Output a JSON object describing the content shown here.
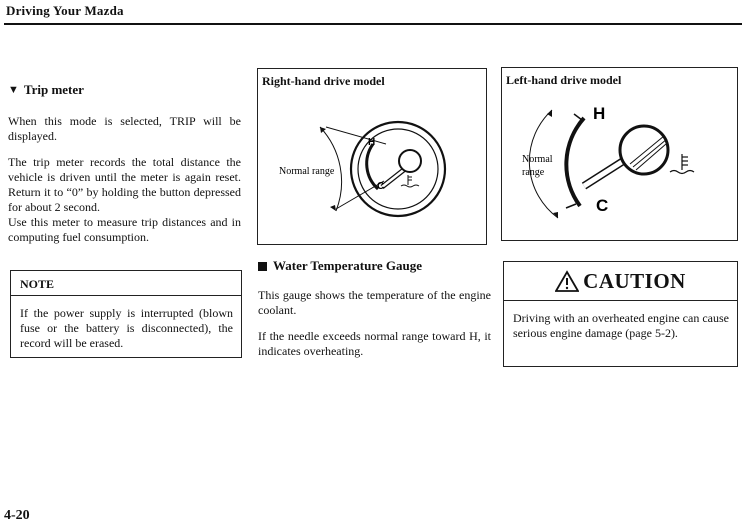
{
  "header": {
    "title": "Driving Your Mazda"
  },
  "trip": {
    "heading": "Trip meter",
    "p1": "When this mode is selected, TRIP will be displayed.",
    "p2": "The trip meter records the total distance the vehicle is driven until the meter is again reset. Return it to “0” by holding the button depressed for about 2 second.",
    "p3": "Use this meter to measure trip distances and in computing fuel consumption."
  },
  "note": {
    "title": "NOTE",
    "body": "If the power supply is interrupted (blown fuse or the battery is disconnected), the record will be erased."
  },
  "figures": {
    "right": {
      "caption": "Right-hand drive model",
      "range_label": "Normal range",
      "h": "H",
      "c": "C"
    },
    "left": {
      "caption": "Left-hand drive model",
      "range_label_1": "Normal",
      "range_label_2": "range",
      "h": "H",
      "c": "C"
    }
  },
  "water": {
    "heading": "Water Temperature Gauge",
    "p1": "This gauge shows the temperature of the engine coolant.",
    "p2": "If the needle exceeds normal range toward H, it indicates overheating."
  },
  "caution": {
    "title": "CAUTION",
    "body": "Driving with an overheated engine can cause serious engine damage (page 5-2)."
  },
  "footer": {
    "page": "4-20"
  }
}
